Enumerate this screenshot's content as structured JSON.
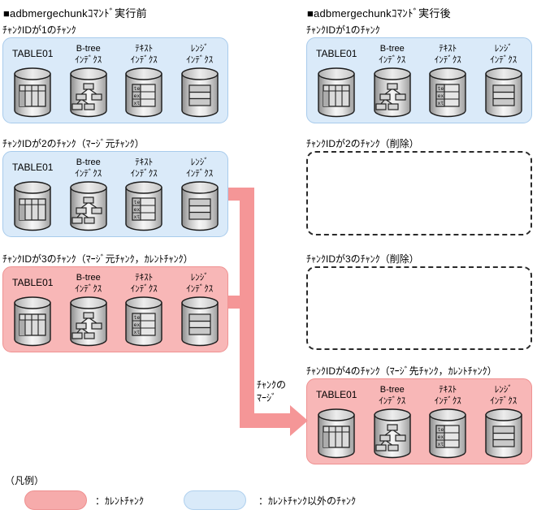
{
  "columns": {
    "before": {
      "title": "■adbmergechunkｺﾏﾝﾄﾞ実行前",
      "sections": [
        {
          "label": "ﾁｬﾝｸIDが1のﾁｬﾝｸ",
          "variant": "blue"
        },
        {
          "label": "ﾁｬﾝｸIDが2のﾁｬﾝｸ（ﾏｰｼﾞ元ﾁｬﾝｸ）",
          "variant": "blue"
        },
        {
          "label": "ﾁｬﾝｸIDが3のﾁｬﾝｸ（ﾏｰｼﾞ元ﾁｬﾝｸ，ｶﾚﾝﾄﾁｬﾝｸ）",
          "variant": "pink"
        }
      ]
    },
    "after": {
      "title": "■adbmergechunkｺﾏﾝﾄﾞ実行後",
      "sections": [
        {
          "label": "ﾁｬﾝｸIDが1のﾁｬﾝｸ",
          "variant": "blue"
        },
        {
          "label": "ﾁｬﾝｸIDが2のﾁｬﾝｸ（削除）",
          "variant": "deleted"
        },
        {
          "label": "ﾁｬﾝｸIDが3のﾁｬﾝｸ（削除）",
          "variant": "deleted"
        },
        {
          "label": "ﾁｬﾝｸIDが4のﾁｬﾝｸ（ﾏｰｼﾞ先ﾁｬﾝｸ，ｶﾚﾝﾄﾁｬﾝｸ）",
          "variant": "pink"
        }
      ]
    }
  },
  "cylinders": [
    {
      "line1": "TABLE01",
      "line2": "",
      "icon": "table-icon"
    },
    {
      "line1": "B-tree",
      "line2": "ｲﾝﾃﾞｸｽ",
      "icon": "btree-index-icon"
    },
    {
      "line1": "ﾃｷｽﾄ",
      "line2": "ｲﾝﾃﾞｸｽ",
      "icon": "text-index-icon"
    },
    {
      "line1": "ﾚﾝｼﾞ",
      "line2": "ｲﾝﾃﾞｸｽ",
      "icon": "range-index-icon"
    }
  ],
  "text_index_rows": {
    "r1": "te",
    "r2": "ex",
    "r3": "xt"
  },
  "arrow": {
    "label_line1": "ﾁｬﾝｸの",
    "label_line2": "ﾏｰｼﾞ"
  },
  "legend": {
    "title": "（凡例）",
    "current": "：ｶﾚﾝﾄﾁｬﾝｸ",
    "other": "：ｶﾚﾝﾄﾁｬﾝｸ以外のﾁｬﾝｸ"
  },
  "colors": {
    "current_chunk_fill": "#F8B7B7",
    "current_chunk_border": "#EF9292",
    "other_chunk_fill": "#DAEAF9",
    "other_chunk_border": "#A8CBEC",
    "merge_arrow": "#F59697"
  }
}
